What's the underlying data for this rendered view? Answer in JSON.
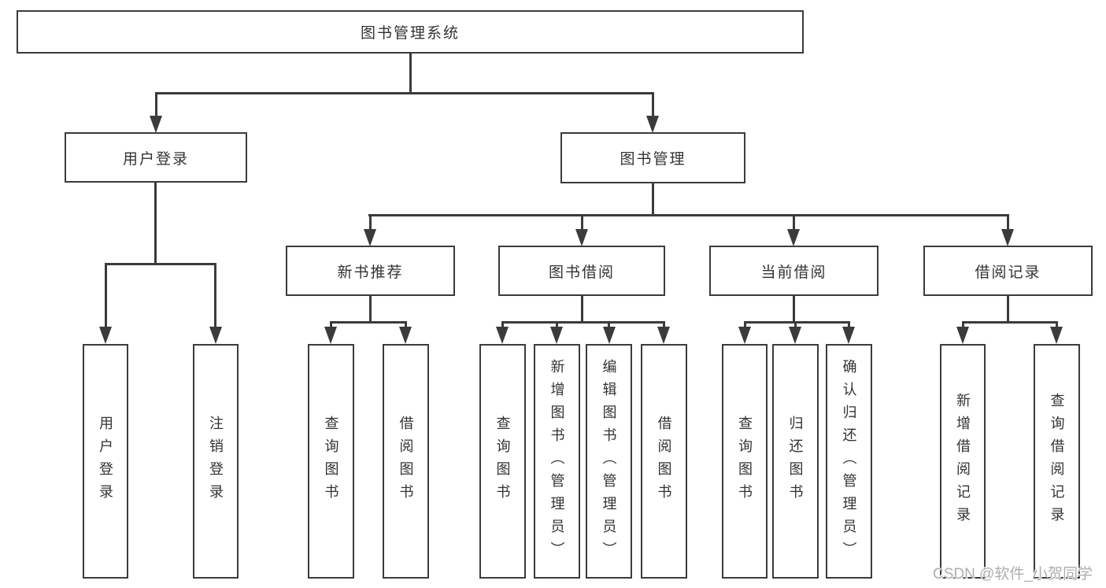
{
  "diagram_title": "图书管理系统",
  "watermark": {
    "text": "CSDN @软件_小贺同学",
    "color": "#aeaeae"
  },
  "colors": {
    "line": "#3b3b3b",
    "box_border": "#3b3b3b",
    "text": "#333333",
    "background": "#ffffff"
  },
  "icons": {
    "arrowhead": "solid triangle-down"
  },
  "tree": {
    "label": "图书管理系统",
    "children": [
      {
        "label": "用户登录",
        "children": [
          {
            "label": "用户登录"
          },
          {
            "label": "注销登录"
          }
        ]
      },
      {
        "label": "图书管理",
        "children": [
          {
            "label": "新书推荐",
            "children": [
              {
                "label": "查询图书"
              },
              {
                "label": "借阅图书"
              }
            ]
          },
          {
            "label": "图书借阅",
            "children": [
              {
                "label": "查询图书"
              },
              {
                "label": "新增图书（管理员）"
              },
              {
                "label": "编辑图书（管理员）"
              },
              {
                "label": "借阅图书"
              }
            ]
          },
          {
            "label": "当前借阅",
            "children": [
              {
                "label": "查询图书"
              },
              {
                "label": "归还图书"
              },
              {
                "label": "确认归还（管理员）"
              }
            ]
          },
          {
            "label": "借阅记录",
            "children": [
              {
                "label": "新增借阅记录"
              },
              {
                "label": "查询借阅记录"
              }
            ]
          }
        ]
      }
    ]
  }
}
